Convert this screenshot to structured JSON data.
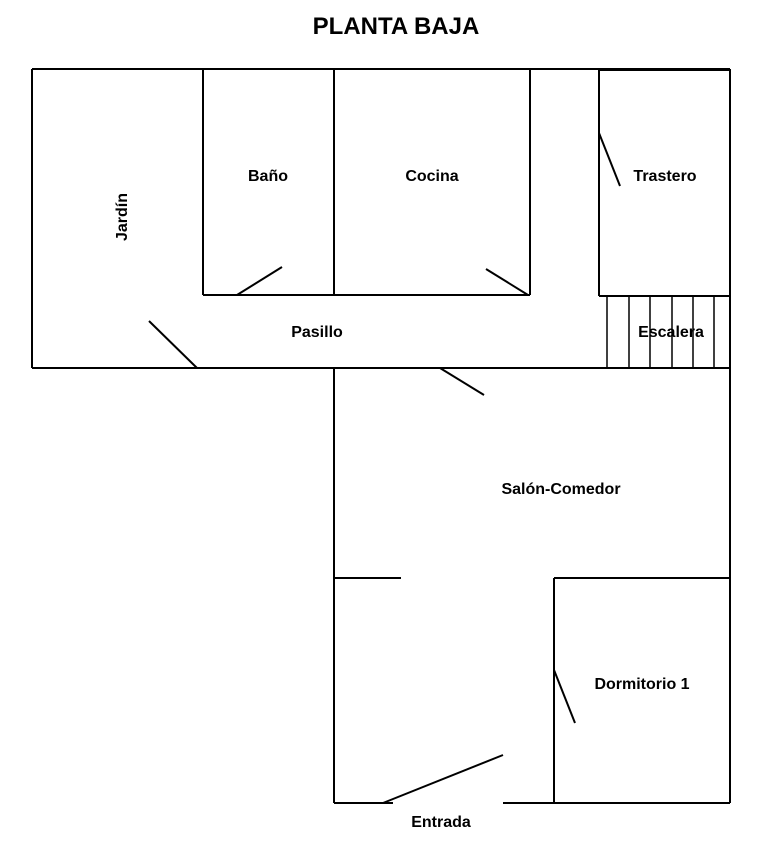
{
  "title": "PLANTA BAJA",
  "rooms": {
    "jardin": "Jardín",
    "bano": "Baño",
    "cocina": "Cocina",
    "trastero": "Trastero",
    "pasillo": "Pasillo",
    "escalera": "Escalera",
    "salon": "Salón-Comedor",
    "dormitorio": "Dormitorio 1",
    "entrada": "Entrada"
  },
  "colors": {
    "line": "#000000",
    "background": "#ffffff"
  }
}
